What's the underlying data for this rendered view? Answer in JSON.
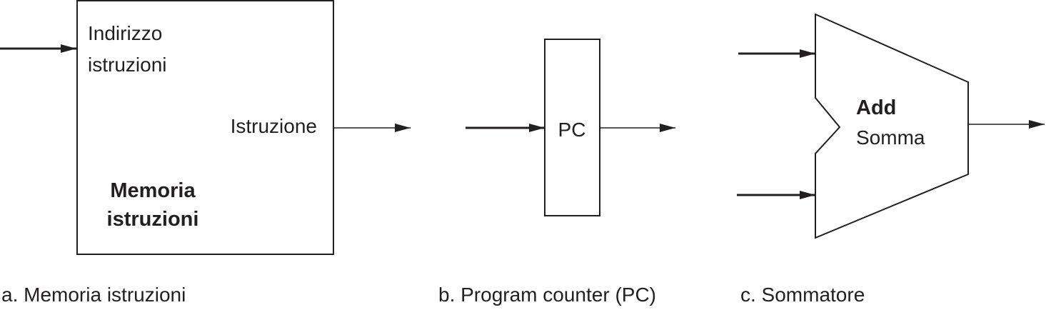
{
  "instruction_memory": {
    "input_label_line1": "Indirizzo",
    "input_label_line2": "istruzioni",
    "output_label": "Istruzione",
    "title_line1": "Memoria",
    "title_line2": "istruzioni",
    "caption": "a. Memoria istruzioni"
  },
  "program_counter": {
    "label": "PC",
    "caption": "b. Program counter (PC)"
  },
  "adder": {
    "title": "Add",
    "subtitle": "Somma",
    "caption": "c. Sommatore"
  }
}
